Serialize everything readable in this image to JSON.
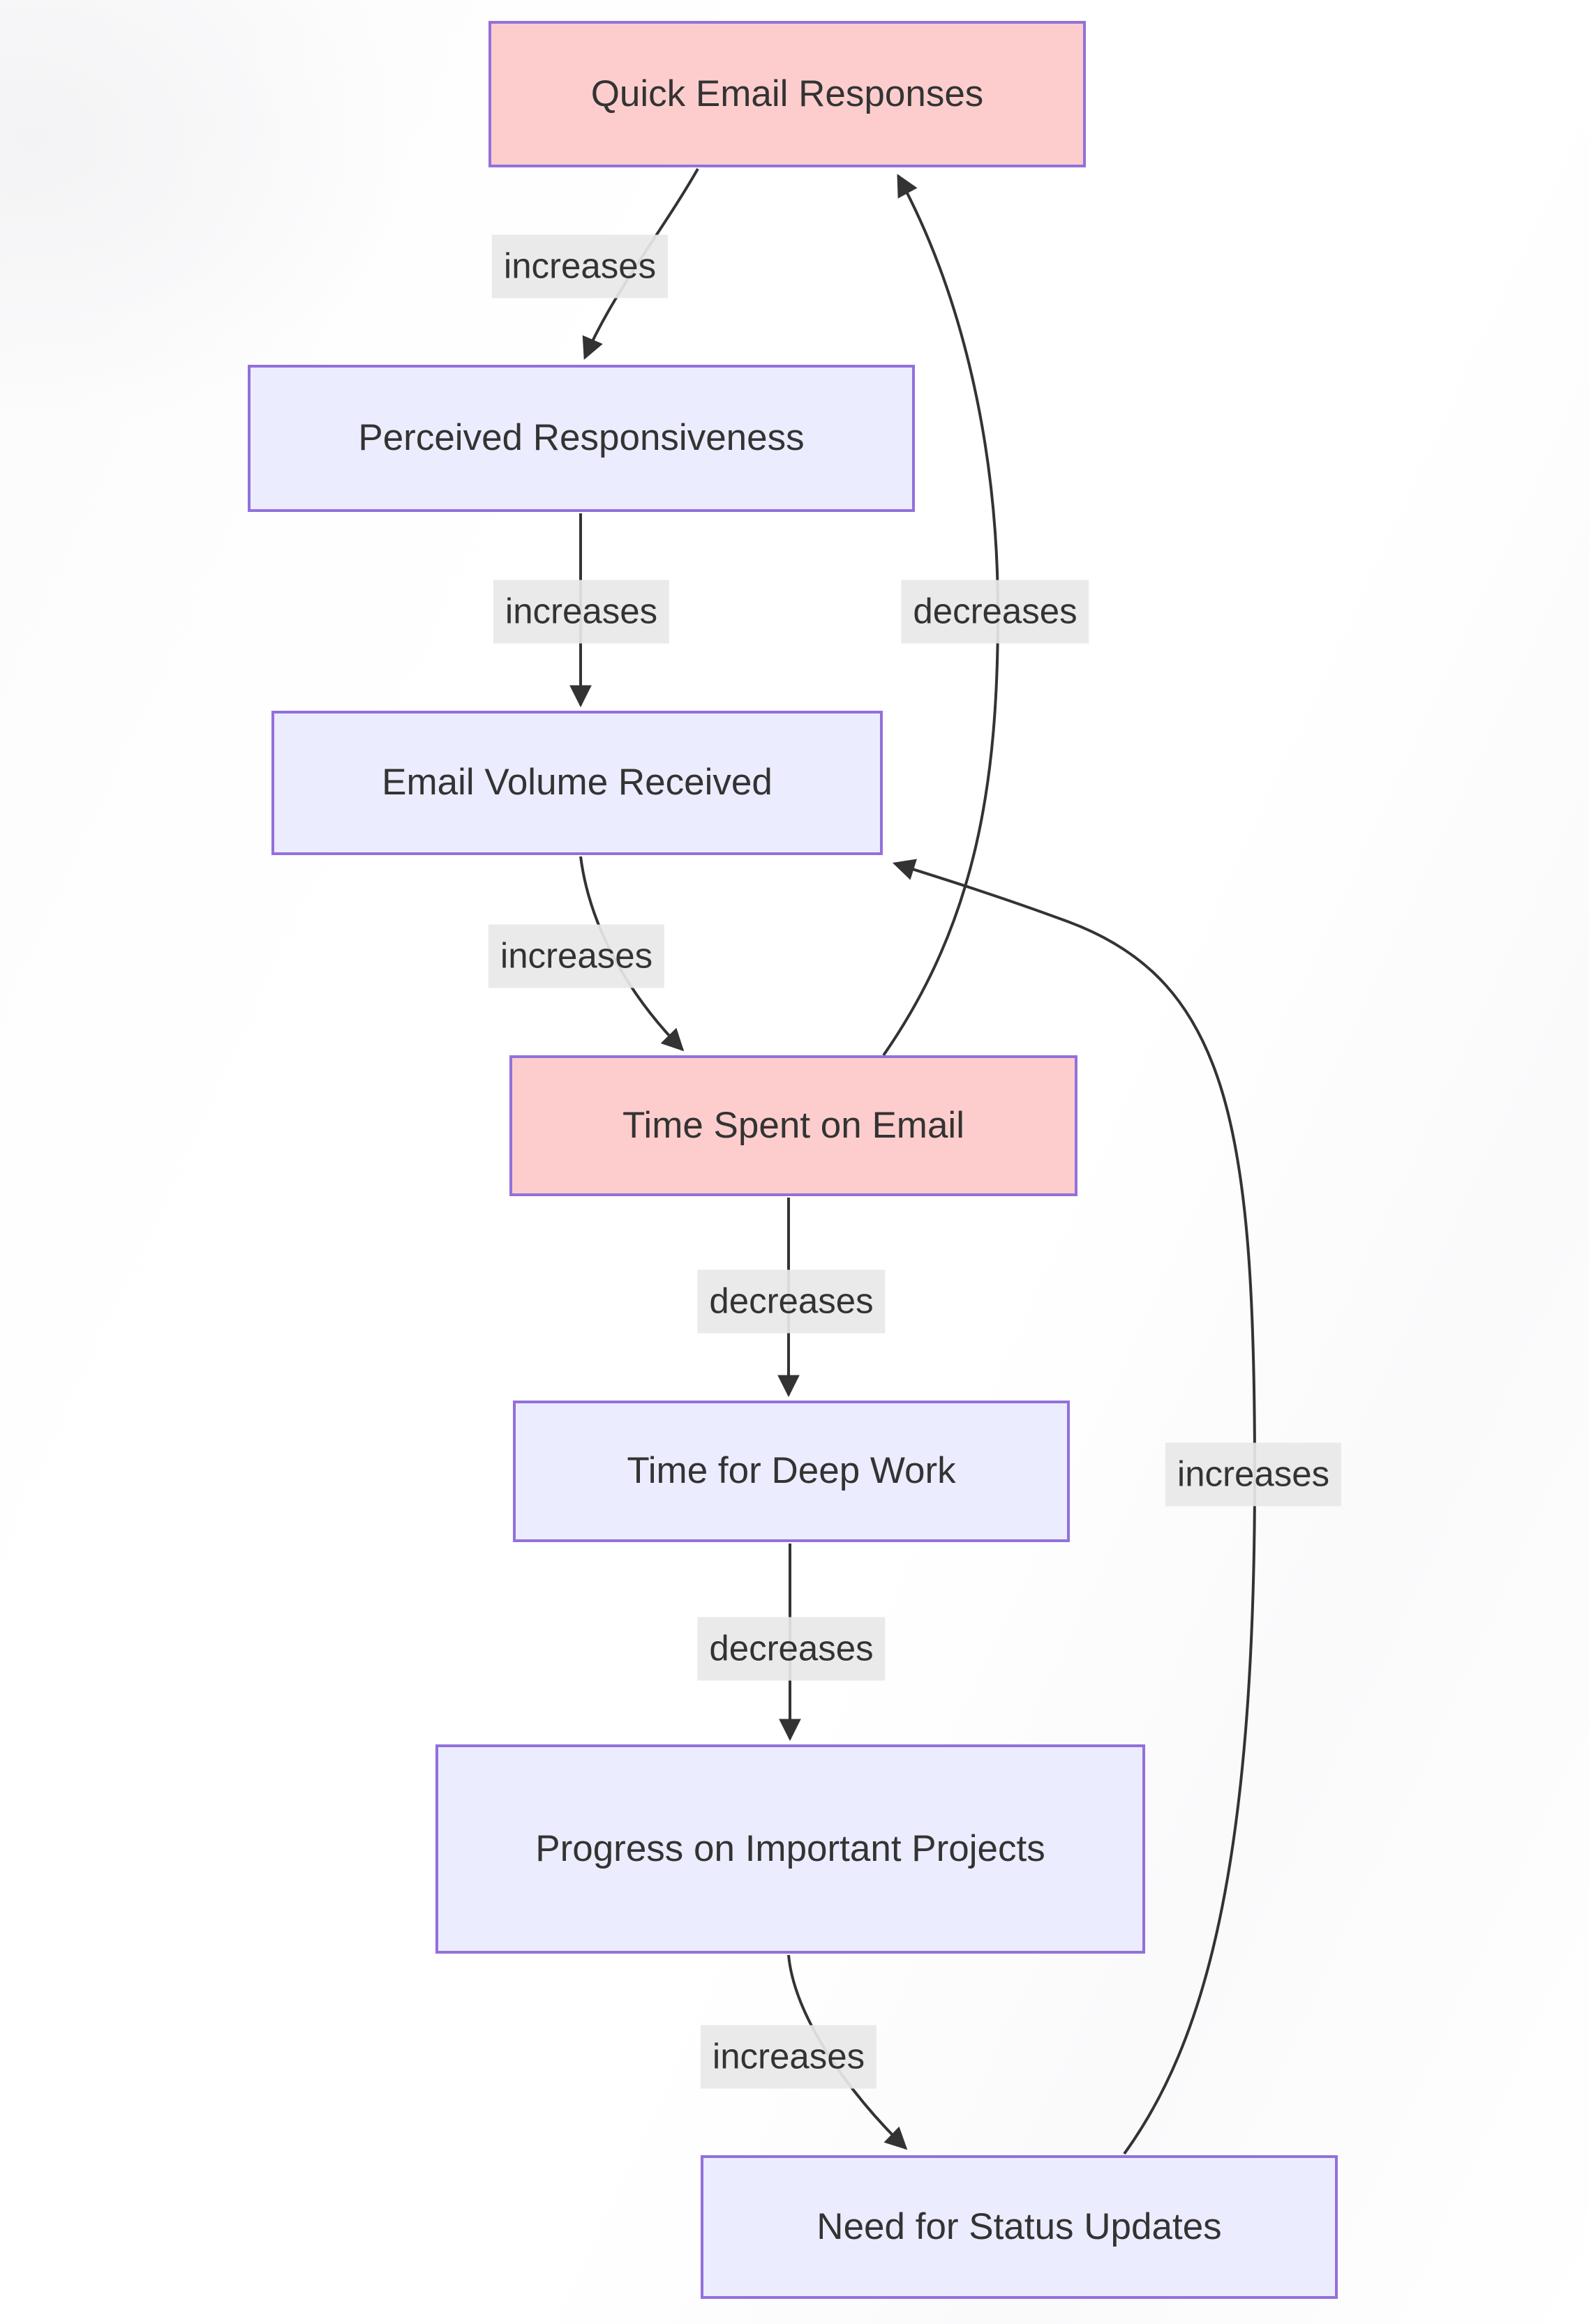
{
  "diagram": {
    "type": "flowchart",
    "direction": "top-down",
    "nodes": {
      "qer": {
        "label": "Quick Email Responses",
        "style": "highlight-pink"
      },
      "pr": {
        "label": "Perceived Responsiveness",
        "style": "default-lavender"
      },
      "evr": {
        "label": "Email Volume Received",
        "style": "default-lavender"
      },
      "tse": {
        "label": "Time Spent on Email",
        "style": "highlight-pink"
      },
      "tdw": {
        "label": "Time for Deep Work",
        "style": "default-lavender"
      },
      "pip": {
        "label": "Progress on Important Projects",
        "style": "default-lavender"
      },
      "nsu": {
        "label": "Need for Status Updates",
        "style": "default-lavender"
      }
    },
    "edges": [
      {
        "id": "e1",
        "from": "Quick Email Responses",
        "to": "Perceived Responsiveness",
        "label": "increases"
      },
      {
        "id": "e2",
        "from": "Perceived Responsiveness",
        "to": "Email Volume Received",
        "label": "increases"
      },
      {
        "id": "e3",
        "from": "Email Volume Received",
        "to": "Time Spent on Email",
        "label": "increases"
      },
      {
        "id": "e4",
        "from": "Time Spent on Email",
        "to": "Quick Email Responses",
        "label": "decreases"
      },
      {
        "id": "e5",
        "from": "Time Spent on Email",
        "to": "Time for Deep Work",
        "label": "decreases"
      },
      {
        "id": "e6",
        "from": "Time for Deep Work",
        "to": "Progress on Important Projects",
        "label": "decreases"
      },
      {
        "id": "e7",
        "from": "Progress on Important Projects",
        "to": "Need for Status Updates",
        "label": "increases"
      },
      {
        "id": "e8",
        "from": "Need for Status Updates",
        "to": "Email Volume Received",
        "label": "increases"
      }
    ],
    "colors": {
      "node_fill_highlight": "#fdcdcd",
      "node_fill_default": "#ececff",
      "node_border": "#9370DB",
      "node_text": "#333333",
      "edge_line": "#333333",
      "edge_label_bg": "#e8e8e8",
      "edge_label_text": "#333333",
      "background": "#ffffff"
    }
  }
}
